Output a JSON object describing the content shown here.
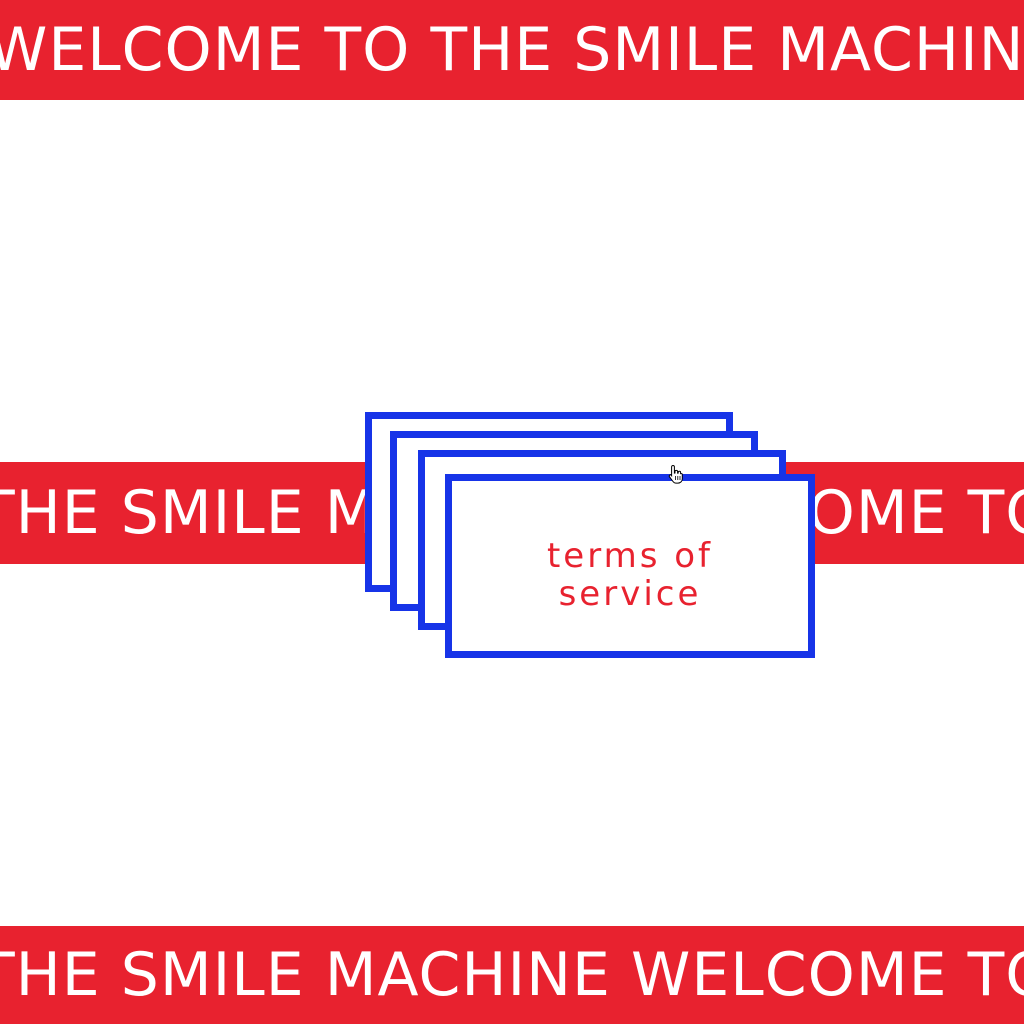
{
  "banners": {
    "top": "WELCOME TO THE SMILE MACHINE WELCOME TO THE SMILE MACHINE",
    "middle": "THE SMILE MACHINE WELCOME TO THE SMILE MACHINE WELCOME",
    "bottom": "THE SMILE MACHINE WELCOME TO THE SMILE MACHINE WELCOME"
  },
  "card": {
    "line1": "terms of",
    "line2": "service"
  },
  "colors": {
    "banner_red": "#e8222f",
    "card_border_blue": "#1734e8",
    "text_white": "#ffffff",
    "card_text_red": "#e8222f"
  },
  "icons": {
    "cursor": "hand-pointer-icon"
  }
}
